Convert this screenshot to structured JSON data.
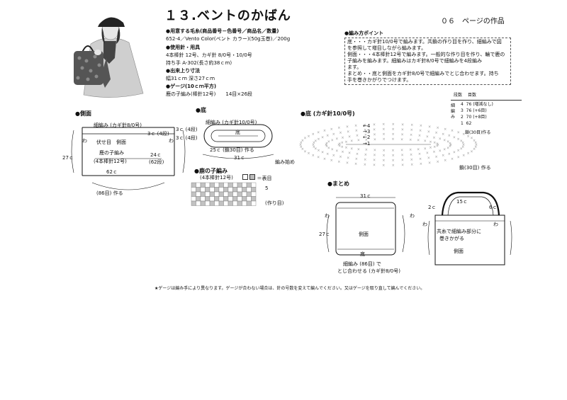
{
  "header": {
    "title": "１３.ベントのかばん",
    "page_ref": "０６　ページの作品"
  },
  "info": {
    "yarn_title": "●用意する毛糸(商品番号－色番号／商品名／数量)",
    "yarn_line": "652-4／Vento Color(ベント カラー)(50g玉巻)／200g",
    "tools_title": "●使用針・用具",
    "tools_line1": "4本棒針 12号、カギ針 8/0号・10/0号",
    "tools_line2": "持ち手 A-302(長さ約38ｃｍ)",
    "size_title": "●出来上り寸法",
    "size_line": "幅31ｃｍ 深さ27ｃｍ",
    "gauge_title": "●ゲージ(10ｃｍ平方)",
    "gauge_line": "鹿の子編み(棒針12号)　　14目×26段"
  },
  "points": {
    "title": "●編み方ポイント",
    "lines": [
      "底・・・カギ針10/0号で編みます。共鎖の作り目を作り、細編みで図",
      "を参照して増目しながら編みます。",
      "側面・・・4本棒針12号で編みます。一般的な作り目を作り、輪で鹿の",
      "子編みを編みます。細編みはカギ針8/0号で細編みを4段編み",
      "ます。",
      "まとめ・・底と側面をカギ針8/0号で細編みでとじ合わせます。持ち",
      "手を巻きかがりでつけます。"
    ]
  },
  "table": {
    "col_row": "段数",
    "col_st": "目数",
    "side_label": "細編み",
    "rows": [
      {
        "r": "4",
        "s": "76 (増減なし)"
      },
      {
        "r": "3",
        "s": "76 (+6目)"
      },
      {
        "r": "2",
        "s": "70 (+8目)"
      },
      {
        "r": "1",
        "s": "62"
      }
    ],
    "foot": "鎖(30目)作る"
  },
  "side": {
    "title": "●側面",
    "band": "細編み (カギ針8/0号)",
    "bind": "伏せ目　側面",
    "pattern": "鹿の子編み",
    "needle": "(4本棒針12号)",
    "width": "62ｃ",
    "cast": "(86目) 作る",
    "h_total": "27ｃ",
    "band_h": "3ｃ (4段)",
    "body_h": "24ｃ",
    "body_rows": "(62段)",
    "wa_l": "わ",
    "wa_r": "わ"
  },
  "bottom_small": {
    "title": "●底",
    "band": "細編み (カギ針10/0号)",
    "center": "底",
    "h1": "3ｃ (4段)",
    "h2": "3ｃ (4段)",
    "chain": "25ｃ (鎖30目) 作る",
    "width": "31ｃ"
  },
  "kanoko": {
    "title": "●鹿の子編み",
    "needle": "(4本棒針12号)",
    "legend": "＝表目",
    "rep": "5",
    "cast": "(作り目)"
  },
  "bottom_big": {
    "title": "●底 (カギ針10/0号)",
    "start": "編み始め",
    "chain": "鎖(30目) 作る",
    "rows": [
      "←4",
      "→3",
      "←2",
      "→1"
    ]
  },
  "assembly": {
    "title": "●まとめ",
    "width": "31ｃ",
    "height": "27ｃ",
    "side": "側面",
    "bottom": "底",
    "note1": "細編み (86目) で",
    "note2": "とじ合わせる (カギ針8/0号)",
    "wa1": "わ",
    "wa2": "わ",
    "handle1": "15ｃ",
    "handle2a": "2ｃ",
    "handle2b": "6ｃ",
    "wa3": "わ",
    "wa4": "わ",
    "h_note1": "共糸で細編み部分に",
    "h_note2": "巻きかがる",
    "side2": "側面"
  },
  "footnote": "★ゲージは編み手により異なります。ゲージが合わない場合は、針の号数を変えて編んでください。又はゲージを取り直して編んでください。"
}
